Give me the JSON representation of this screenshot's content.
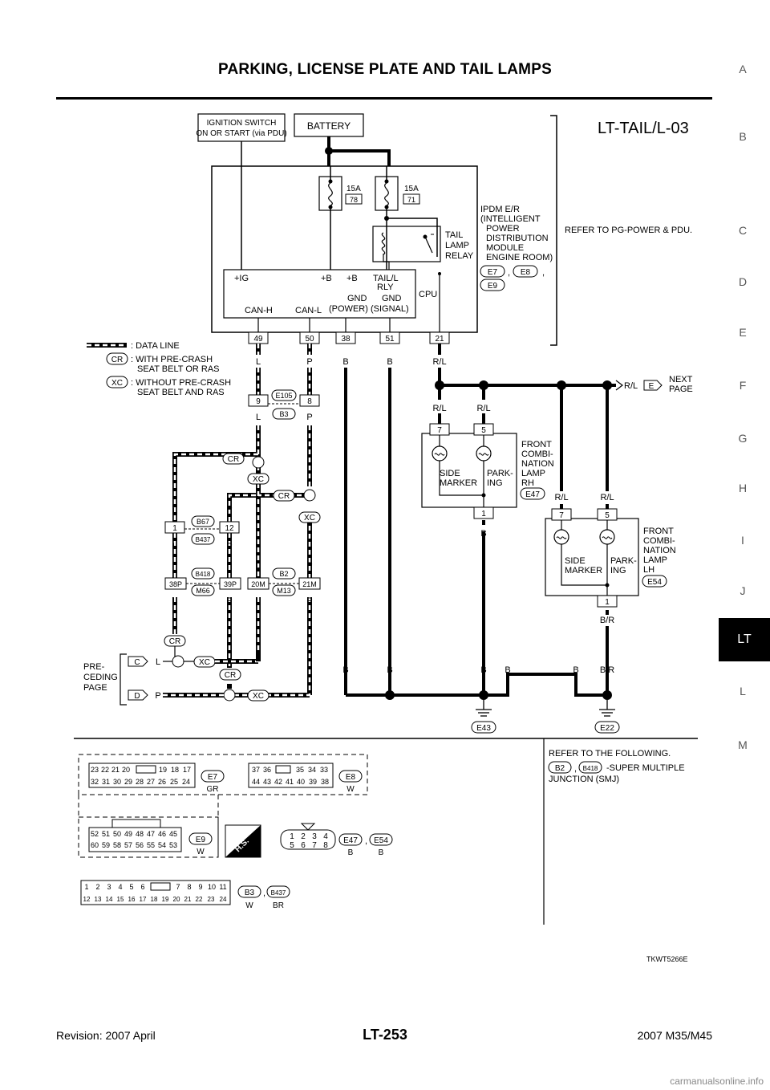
{
  "page": {
    "title": "PARKING, LICENSE PLATE AND TAIL LAMPS",
    "diagram_code": "LT-TAIL/L-03",
    "image_code": "TKWT5266E",
    "revision": "Revision: 2007 April",
    "page_number": "LT-253",
    "model": "2007 M35/M45",
    "watermark": "carmanualsonline.info"
  },
  "side_index": [
    "A",
    "B",
    "C",
    "D",
    "E",
    "F",
    "G",
    "H",
    "I",
    "J",
    "LT",
    "L",
    "M"
  ],
  "side_active": "LT",
  "ipdm": {
    "ign_label_1": "IGNITION SWITCH",
    "ign_label_2": "ON OR START (via PDU)",
    "battery": "BATTERY",
    "fuse1_amp": "15A",
    "fuse1_no": "78",
    "fuse2_amp": "15A",
    "fuse2_no": "71",
    "relay_lines": [
      "TAIL",
      "LAMP",
      "RELAY"
    ],
    "name_lines": [
      "IPDM E/R",
      "(INTELLIGENT",
      "POWER",
      "DISTRIBUTION",
      "MODULE",
      "ENGINE ROOM)"
    ],
    "conn": [
      "E7",
      "E8",
      "E9"
    ],
    "cpu_labels": {
      "ig": "+IG",
      "b1": "+B",
      "b2": "+B",
      "tail1": "TAIL/L",
      "tail2": "RLY",
      "gndp1": "GND",
      "gndp2": "(POWER)",
      "gnds1": "GND",
      "gnds2": "(SIGNAL)",
      "canh": "CAN-H",
      "canl": "CAN-L",
      "cpu": "CPU"
    },
    "pins": [
      "49",
      "50",
      "38",
      "51",
      "21"
    ],
    "refer": "REFER TO PG-POWER & PDU."
  },
  "legend": {
    "data_line": ": DATA LINE",
    "cr_tag": "CR",
    "cr_1": ": WITH PRE-CRASH",
    "cr_2": "SEAT BELT OR RAS",
    "xc_tag": "XC",
    "xc_1": ": WITHOUT PRE-CRASH",
    "xc_2": "SEAT BELT AND RAS"
  },
  "wires": {
    "l": "L",
    "p": "P",
    "b": "B",
    "rl": "R/L",
    "br": "B/R"
  },
  "connectors": {
    "e105": "E105",
    "b3": "B3",
    "pin9": "9",
    "pin8": "8",
    "b67": "B67",
    "b437": "B437",
    "pin1": "1",
    "pin12": "12",
    "b418": "B418",
    "m66": "M66",
    "p38": "38P",
    "p39": "39P",
    "b2": "B2",
    "m13": "M13",
    "p20": "20M",
    "p21": "21M",
    "cr": "CR",
    "xc": "XC"
  },
  "lamps": {
    "rh_pins": [
      "7",
      "5",
      "1"
    ],
    "rh_side": [
      "SIDE",
      "MARKER"
    ],
    "rh_park": [
      "PARK-",
      "ING"
    ],
    "rh_name": [
      "FRONT",
      "COMBI-",
      "NATION",
      "LAMP",
      "RH"
    ],
    "rh_conn": "E47",
    "lh_pins": [
      "7",
      "5",
      "1"
    ],
    "lh_side": [
      "SIDE",
      "MARKER"
    ],
    "lh_park": [
      "PARK-",
      "ING"
    ],
    "lh_name": [
      "FRONT",
      "COMBI-",
      "NATION",
      "LAMP",
      "LH"
    ],
    "lh_conn": "E54"
  },
  "next_page": {
    "tag": "E",
    "lines": [
      "NEXT",
      "PAGE"
    ]
  },
  "preceding": {
    "lines": [
      "PRE-",
      "CEDING",
      "PAGE"
    ],
    "c": "C",
    "d": "D"
  },
  "grounds": [
    "E43",
    "E22"
  ],
  "connector_views": {
    "e7_top": [
      "23",
      "22",
      "21",
      "20",
      "19",
      "18",
      "17"
    ],
    "e7_bot": [
      "32",
      "31",
      "30",
      "29",
      "28",
      "27",
      "26",
      "25",
      "24"
    ],
    "e7": "E7",
    "e7_color": "GR",
    "e8_top": [
      "37",
      "36",
      "35",
      "34",
      "33"
    ],
    "e8_bot": [
      "44",
      "43",
      "42",
      "41",
      "40",
      "39",
      "38"
    ],
    "e8": "E8",
    "e8_color": "W",
    "e9_top": [
      "52",
      "51",
      "50",
      "49",
      "48",
      "47",
      "46",
      "45"
    ],
    "e9_bot": [
      "60",
      "59",
      "58",
      "57",
      "56",
      "55",
      "54",
      "53"
    ],
    "e9": "E9",
    "e9_color": "W",
    "hs": "H.S.",
    "e47_top": [
      "1",
      "2",
      "3",
      "4"
    ],
    "e47_bot": [
      "5",
      "6",
      "7",
      "8"
    ],
    "e47": "E47",
    "e47_color": "B",
    "e54": "E54",
    "e54_color": "B",
    "b3_top": [
      "1",
      "2",
      "3",
      "4",
      "5",
      "6",
      "7",
      "8",
      "9",
      "10",
      "11"
    ],
    "b3_bot": [
      "12",
      "13",
      "14",
      "15",
      "16",
      "17",
      "18",
      "19",
      "20",
      "21",
      "22",
      "23",
      "24"
    ],
    "b3": "B3",
    "b3_color": "W",
    "b437": "B437",
    "b437_color": "BR",
    "refer_title": "REFER TO THE FOLLOWING.",
    "refer_b2": "B2",
    "refer_b418": "B418",
    "refer_smj_1": "-SUPER MULTIPLE",
    "refer_smj_2": "JUNCTION (SMJ)"
  }
}
